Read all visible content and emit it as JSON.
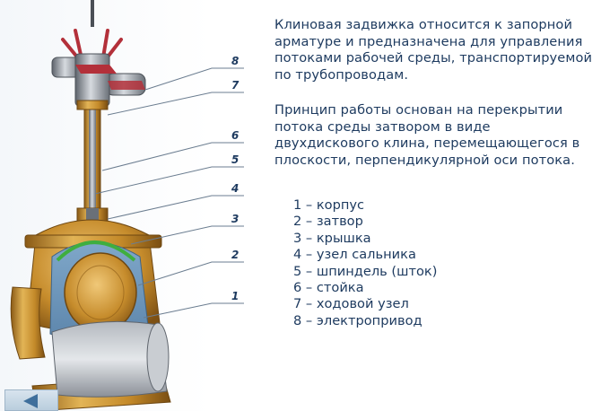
{
  "description": {
    "paragraph1": "Клиновая задвижка относится к запорной арматуре и предназначена для управления потоками рабочей среды, транспортируемой по трубопроводам.",
    "paragraph2": "Принцип работы основан на перекрытии потока среды затвором в виде двухдискового клина, перемещающегося в плоскости, перпендикулярной оси потока."
  },
  "parts": [
    "1 – корпус",
    "2 – затвор",
    "3 – крышка",
    "4 – узел сальника",
    "5 – шпиндель (шток)",
    "6 – стойка",
    "7 – ходовой узел",
    "8 – электропривод"
  ],
  "callouts": [
    "8",
    "7",
    "6",
    "5",
    "4",
    "3",
    "2",
    "1"
  ],
  "navigation": {
    "back_icon": "left-triangle-arrow"
  },
  "colors": {
    "text": "#1d3a5f",
    "bronze": "#c8902e",
    "steel": "#8a8f98",
    "seal_green": "#3fae3f",
    "actuator_red": "#b3303a",
    "nav_button": "#3f6f9c"
  }
}
